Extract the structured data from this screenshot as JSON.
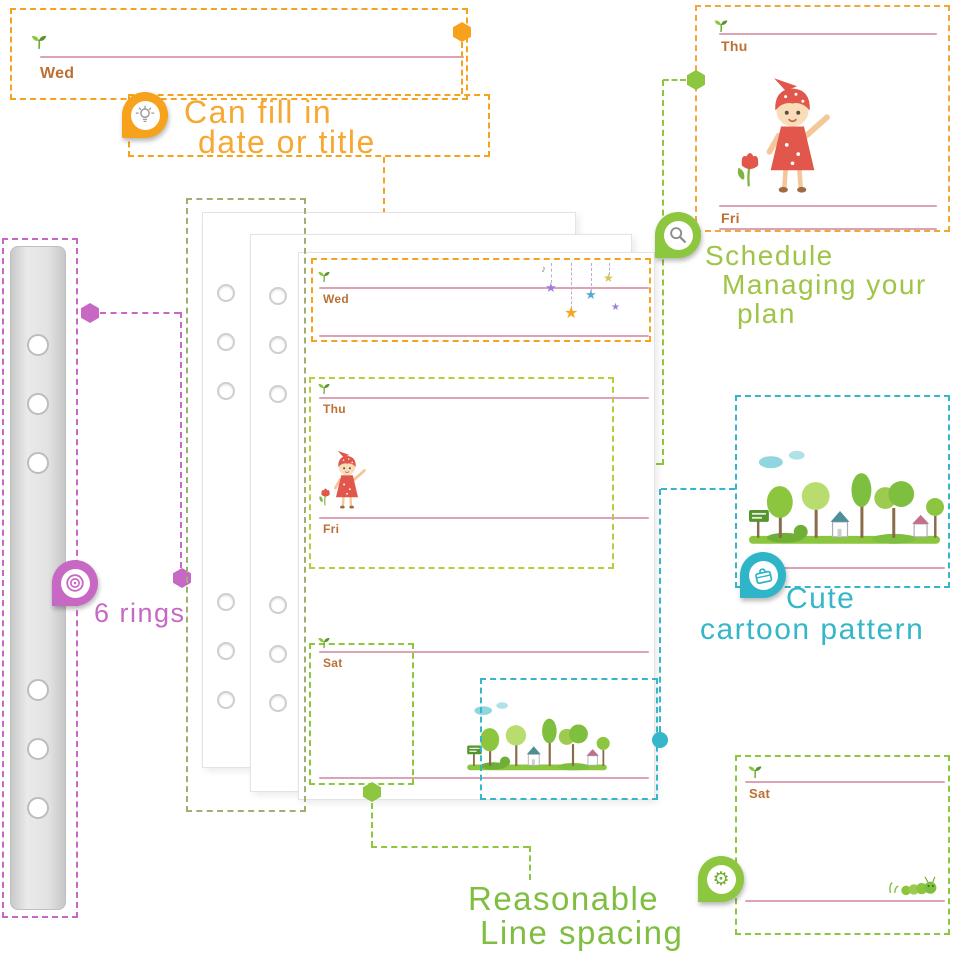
{
  "colors": {
    "accent_orange": "#F6A21D",
    "box2_orange": "#F2A73B",
    "accent_lime": "#8DC63F",
    "lime_rect": "#B5CF3C",
    "accent_teal": "#35B6C9",
    "accent_purple": "#C668C4",
    "green_text": "#7FBE41",
    "schedule_text": "#9FC548",
    "fill_text": "#F7A832",
    "day_label": "#BC7033",
    "rule_line_pink": "#DCA2B6",
    "spine_outline_olive": "#9FAF72"
  },
  "callouts": {
    "fill": {
      "line1": "Can fill in",
      "line2": "date or title"
    },
    "schedule": {
      "line1": "Schedule",
      "line2": "Managing your",
      "line3": "plan"
    },
    "rings": {
      "label": "6 rings"
    },
    "pattern": {
      "line1": "Cute",
      "line2": "cartoon pattern"
    },
    "spacing": {
      "line1": "Reasonable",
      "line2": "Line spacing"
    }
  },
  "title_box": {
    "day": "Wed"
  },
  "schedule_box": {
    "day_top": "Thu",
    "day_bottom": "Fri"
  },
  "spacing_box": {
    "day": "Sat"
  },
  "page": {
    "day1": "Wed",
    "day2": "Thu",
    "day3": "Fri",
    "day4": "Sat"
  },
  "decor": {
    "star": "★",
    "note": "♪",
    "gear": "⚙"
  }
}
